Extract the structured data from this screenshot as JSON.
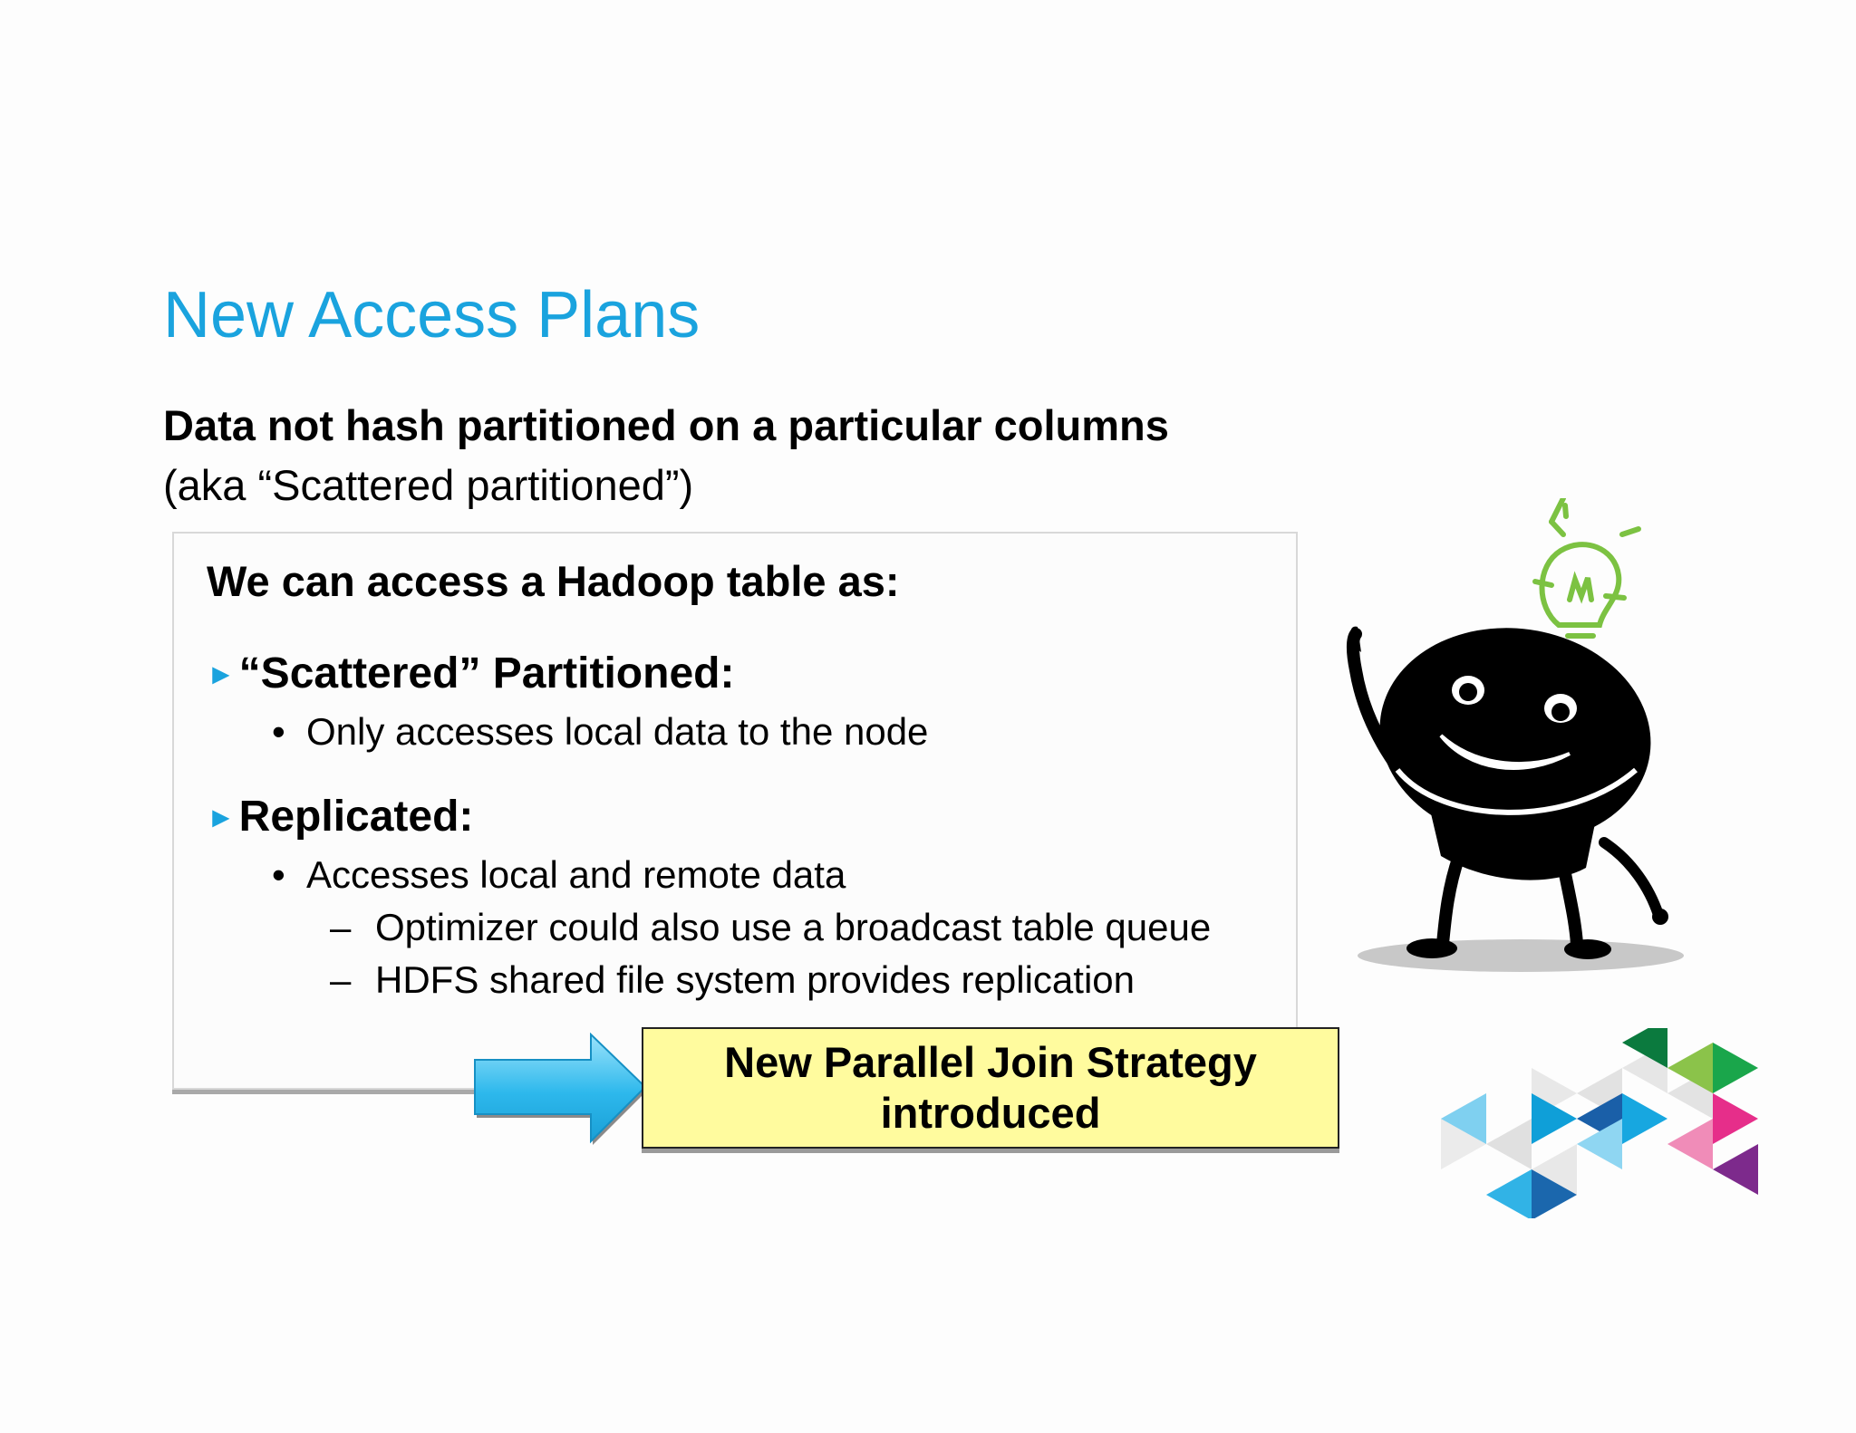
{
  "slide": {
    "title": "New Access Plans",
    "subtitle_line1": "Data not hash partitioned on a particular columns",
    "subtitle_line2": "(aka “Scattered partitioned”)",
    "box": {
      "heading": "We can access a Hadoop table as:",
      "items": [
        {
          "label": "“Scattered” Partitioned:",
          "sub": [
            {
              "text": "Only accesses local data to the node",
              "sub": []
            }
          ]
        },
        {
          "label": "Replicated:",
          "sub": [
            {
              "text": "Accesses local and remote data",
              "sub": [
                "Optimizer could also use a broadcast table queue",
                "HDFS shared file system provides replication"
              ]
            }
          ]
        }
      ]
    },
    "callout": {
      "line1": "New Parallel Join Strategy",
      "line2": "introduced"
    },
    "bullet_marker": "►",
    "sub_bullet_marker": "•",
    "sub_sub_marker": "–",
    "colors": {
      "title": "#1aa3de",
      "callout_bg": "#fffb9e",
      "arrow": "#29b6ea",
      "lightbulb": "#7cc242"
    },
    "icons": [
      "arrow-right-icon",
      "mascot-illustration",
      "lightbulb-icon",
      "triangle-pattern"
    ]
  }
}
